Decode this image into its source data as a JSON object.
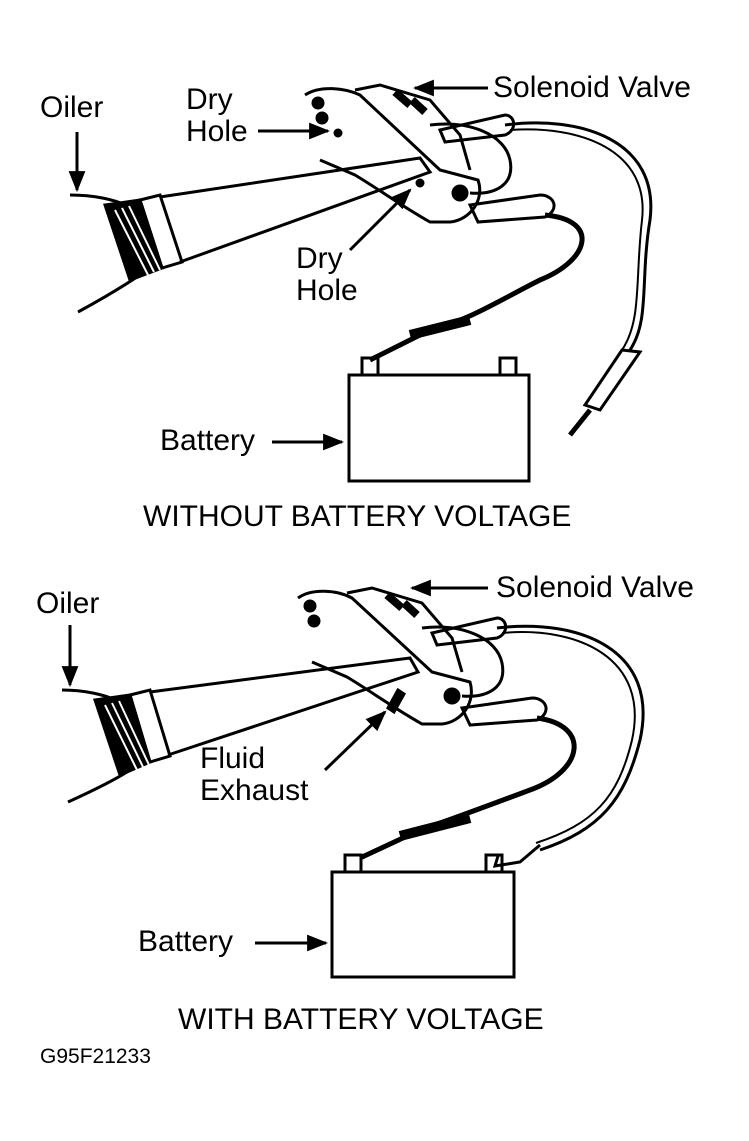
{
  "figure_code": "G95F21233",
  "top_panel": {
    "caption": "WITHOUT BATTERY VOLTAGE",
    "labels": {
      "oiler": "Oiler",
      "dry_hole_upper": [
        "Dry",
        "Hole"
      ],
      "dry_hole_lower": [
        "Dry",
        "Hole"
      ],
      "solenoid_valve": "Solenoid Valve",
      "battery": "Battery"
    }
  },
  "bottom_panel": {
    "caption": "WITH BATTERY VOLTAGE",
    "labels": {
      "oiler": "Oiler",
      "fluid_exhaust": [
        "Fluid",
        "Exhaust"
      ],
      "solenoid_valve": "Solenoid Valve",
      "battery": "Battery"
    }
  }
}
